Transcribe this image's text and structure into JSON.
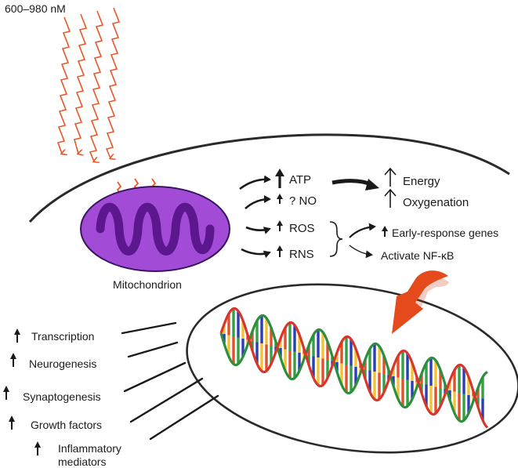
{
  "light": {
    "label": "600–980 nM",
    "color": "#e8562a"
  },
  "mitochondrion": {
    "label": "Mitochondrion",
    "fill": "#a24bd6",
    "cristae": "#5c178f"
  },
  "effects": {
    "atp": "ATP",
    "no": "? NO",
    "ros": "ROS",
    "rns": "RNS",
    "energy": "Energy",
    "oxygenation": "Oxygenation",
    "early_genes": "Early-response genes",
    "nfkb": "Activate NF-κB"
  },
  "outcomes": [
    "Transcription",
    "Neurogenesis",
    "Synaptogenesis",
    "Growth factors",
    "Inflammatory",
    "mediators"
  ],
  "colors": {
    "signal_arrow": "#e54a1c",
    "outline": "#2a2a2a",
    "dna_backbone_a": "#2c8f3b",
    "dna_backbone_b": "#d8352b",
    "rungs": [
      "#2b3fb5",
      "#f0c33a",
      "#e0502c",
      "#34a043"
    ]
  }
}
